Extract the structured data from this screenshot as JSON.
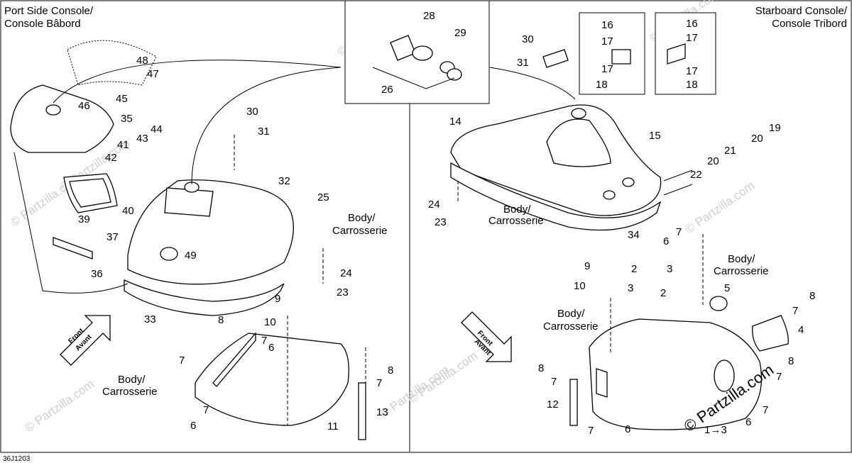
{
  "titles": {
    "port": [
      "Port Side Console/",
      "Console Bâbord"
    ],
    "starboard": [
      "Starboard Console/",
      "Console Tribord"
    ]
  },
  "body_labels": {
    "left_upper": [
      "Body/",
      "Carrosserie"
    ],
    "left_lower": [
      "Body/",
      "Carrosserie"
    ],
    "right_upper": [
      "Body/",
      "Carrosserie"
    ],
    "right_middle": [
      "Body/",
      "Carrosserie"
    ],
    "right_lower": [
      "Body/",
      "Carrosserie"
    ]
  },
  "front_arrow": [
    "Front",
    "Avant"
  ],
  "callouts": {
    "left": [
      "48",
      "47",
      "46",
      "45",
      "35",
      "30",
      "31",
      "44",
      "43",
      "41",
      "42",
      "32",
      "25",
      "40",
      "39",
      "37",
      "36",
      "49",
      "33",
      "24",
      "23",
      "9",
      "10",
      "8",
      "7",
      "6",
      "7",
      "8",
      "7",
      "11",
      "13",
      "6",
      "7"
    ],
    "inset_left": [
      "28",
      "29",
      "26"
    ],
    "inset_right_a": [
      "16",
      "17",
      "17",
      "18"
    ],
    "inset_right_b": [
      "16",
      "17",
      "17",
      "18"
    ],
    "right": [
      "30",
      "31",
      "14",
      "15",
      "19",
      "20",
      "20",
      "21",
      "22",
      "24",
      "23",
      "34",
      "7",
      "6",
      "2",
      "3",
      "3",
      "2",
      "9",
      "10",
      "5",
      "8",
      "7",
      "4",
      "8",
      "7",
      "8",
      "7",
      "12",
      "7",
      "6",
      "7",
      "6"
    ]
  },
  "corner_ref": "36J1203",
  "ref_arrow": "1→3",
  "watermark": "© Partzilla.com",
  "watermark_dark": "© Partzilla.com"
}
